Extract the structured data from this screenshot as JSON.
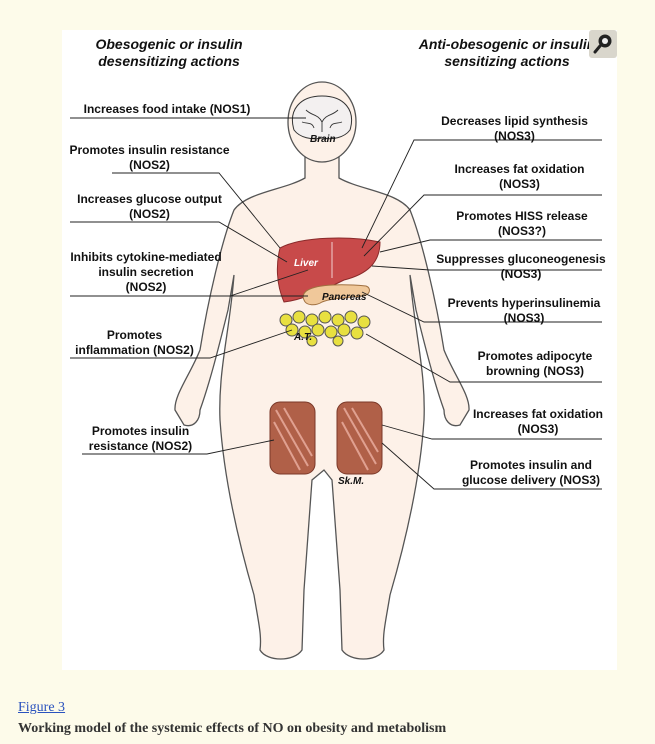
{
  "figure": {
    "left_heading": "Obesogenic or insulin\ndesensitizing actions",
    "right_heading": "Anti-obesogenic or insulin\nsensitizing actions",
    "organs": {
      "brain": "Brain",
      "liver": "Liver",
      "pancreas": "Pancreas",
      "adipose": "A.T.",
      "muscle": "Sk.M."
    },
    "left_labels": [
      "Increases food intake (NOS1)",
      "Promotes insulin resistance\n(NOS2)",
      "Increases glucose output\n(NOS2)",
      "Inhibits cytokine-mediated\ninsulin secretion\n(NOS2)",
      "Promotes\ninflammation (NOS2)",
      "Promotes insulin\nresistance (NOS2)"
    ],
    "right_labels": [
      "Decreases lipid synthesis\n(NOS3)",
      "Increases fat oxidation\n(NOS3)",
      "Promotes HISS release\n(NOS3?)",
      "Suppresses gluconeogenesis\n(NOS3)",
      "Prevents hyperinsulinemia\n(NOS3)",
      "Promotes adipocyte\nbrowning (NOS3)",
      "Increases fat oxidation\n(NOS3)",
      "Promotes insulin and\nglucose delivery (NOS3)"
    ],
    "colors": {
      "organ_red": "#c84a4a",
      "pancreas": "#f0c89a",
      "fat_yellow": "#e8e040",
      "muscle": "#b06048",
      "body_fill": "#fdf1e8"
    }
  },
  "zoom_icon": "magnifier-icon",
  "figure_link": "Figure 3",
  "caption": "Working model of the systemic effects of NO on obesity and metabolism"
}
